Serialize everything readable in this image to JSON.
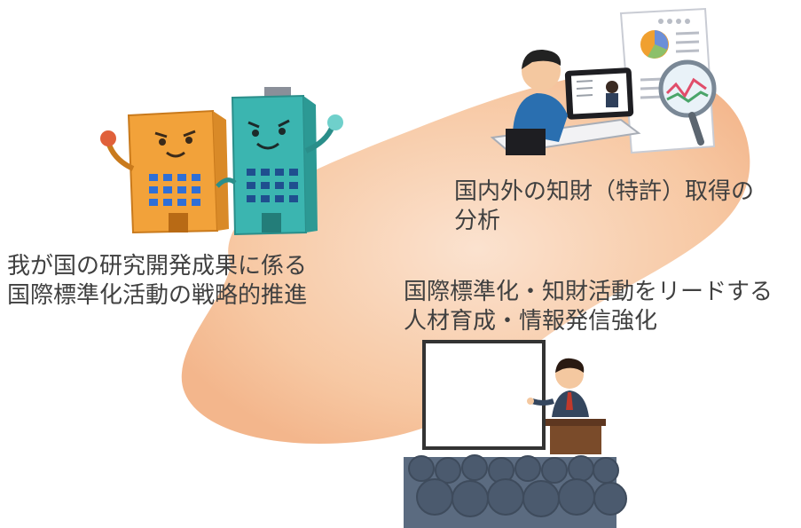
{
  "colors": {
    "blob": "#f7c9a6",
    "text": "#404040",
    "building_orange": "#f2a23a",
    "building_teal": "#3bb5b0",
    "audience": "#5b6b80",
    "suit": "#34465e"
  },
  "captions": {
    "buildings": {
      "line1": "我が国の研究開発成果に係る",
      "line2": "国際標準化活動の戦略的推進"
    },
    "analysis": {
      "line1": "国内外の知財（特許）取得の",
      "line2": "分析"
    },
    "lecture": {
      "line1": "国際標準化・知財活動をリードする",
      "line2": "人材育成・情報発信強化"
    }
  },
  "illustrations": {
    "buildings": "cooperating-buildings-illustration",
    "analysis": "online-meeting-analysis-illustration",
    "lecture": "presenter-audience-illustration"
  }
}
